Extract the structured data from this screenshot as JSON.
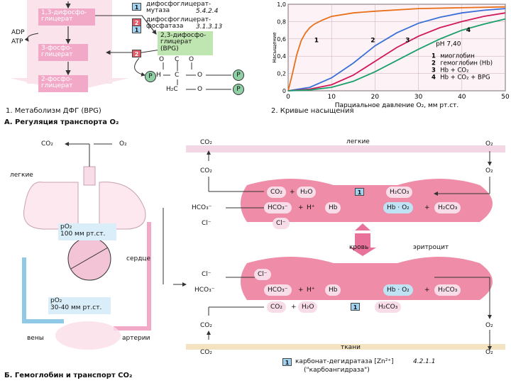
{
  "panel_a": {
    "metabolism": {
      "bpg13": "1,3-дифосфо-\nглицерат",
      "adp": "ADP",
      "atp": "ATP",
      "pg3": "3-фосфо-\nглицерат",
      "pg2": "2-фосфо-\nглицерат",
      "bpg23": "2,3-дифосфо-\nглицерат\n(BPG)",
      "enzyme1_num": "1",
      "enzyme1_name": "дифосфоглицерат-\nмутаза",
      "enzyme1_ec": "5.4.2.4",
      "enzyme2_num": "2",
      "enzyme2_name": "дифосфоглицерат-\nфосфатаза",
      "enzyme2_ec": "3.1.3.13",
      "phosphate": "P",
      "struct_o1": "O",
      "struct_c": "C",
      "struct_o2": "O",
      "struct_h": "H",
      "struct_hc": "H₂C",
      "caption": "1. Метаболизм ДФГ (BPG)"
    },
    "chart_caption": "2. Кривые насыщения",
    "section_title": "А. Регуляция транспорта O₂"
  },
  "chart_data": {
    "type": "line",
    "xlabel": "Парциальное давление O₂, мм рт.ст.",
    "ylabel": "Насыщение",
    "xlim": [
      0,
      50
    ],
    "ylim": [
      0,
      1.0
    ],
    "xticks": [
      "0",
      "10",
      "20",
      "30",
      "40",
      "50"
    ],
    "yticks": [
      "0",
      "0,2",
      "0,4",
      "0,6",
      "0,8",
      "1,0"
    ],
    "annotation": "pH 7,40",
    "curve_labels": [
      "1",
      "2",
      "3",
      "4"
    ],
    "series": [
      {
        "name": "миоглобин",
        "color": "#e8701a",
        "x": [
          0,
          1,
          2,
          3,
          4,
          5,
          6,
          8,
          10,
          15,
          20,
          30,
          40,
          50
        ],
        "y": [
          0,
          0.2,
          0.42,
          0.58,
          0.67,
          0.73,
          0.77,
          0.82,
          0.86,
          0.9,
          0.92,
          0.95,
          0.96,
          0.97
        ]
      },
      {
        "name": "гемоглобин (Hb)",
        "color": "#3a6fd8",
        "x": [
          0,
          5,
          10,
          15,
          20,
          25,
          30,
          35,
          40,
          45,
          50
        ],
        "y": [
          0,
          0.04,
          0.15,
          0.32,
          0.52,
          0.67,
          0.78,
          0.85,
          0.9,
          0.93,
          0.95
        ]
      },
      {
        "name": "Hb + CO₂",
        "color": "#d0185a",
        "x": [
          0,
          5,
          10,
          15,
          20,
          25,
          30,
          35,
          40,
          45,
          50
        ],
        "y": [
          0,
          0.02,
          0.07,
          0.18,
          0.34,
          0.5,
          0.63,
          0.73,
          0.8,
          0.86,
          0.9
        ]
      },
      {
        "name": "Hb + CO₂ + BPG",
        "color": "#1a9f6a",
        "x": [
          0,
          5,
          10,
          15,
          20,
          25,
          30,
          35,
          40,
          45,
          50
        ],
        "y": [
          0,
          0.01,
          0.04,
          0.11,
          0.22,
          0.35,
          0.48,
          0.6,
          0.7,
          0.77,
          0.83
        ]
      }
    ],
    "legend_placement": "right",
    "legend": [
      {
        "num": "1",
        "text": "миоглобин"
      },
      {
        "num": "2",
        "text": "гемоглобин (Hb)"
      },
      {
        "num": "3",
        "text": "Hb + CO₂"
      },
      {
        "num": "4",
        "text": "Hb + CO₂ + BPG"
      }
    ]
  },
  "panel_b": {
    "co2": "CO₂",
    "o2": "O₂",
    "lungs": "легкие",
    "po2_lung": "pO₂\n100 мм рт.ст.",
    "heart": "сердце",
    "po2_tissue": "pO₂\n30-40 мм рт.ст.",
    "veins": "вены",
    "arteries": "артерии",
    "hco3": "HCO₃⁻",
    "cl": "Cl⁻",
    "h2o": "H₂O",
    "h2co3": "H₂CO₃",
    "plus": "+",
    "hplus": "H⁺",
    "hb": "Hb",
    "hb_o2": "Hb · O₂",
    "enzyme_num": "1",
    "blood": "кровь",
    "erythrocyte": "эритроцит",
    "tissues": "ткани",
    "enzyme_name": "карбонат-дегидратаза [Zn²⁺]",
    "enzyme_ec": "4.2.1.1",
    "enzyme_alias": "(\"карбоангидраза\")",
    "section_title": "Б. Гемоглобин и транспорт CO₂"
  },
  "colors": {
    "pink": "#f2a9c7",
    "pink_light": "#f8dde8",
    "erythrocyte": "#ef8ca7",
    "blue": "#9fd3f0",
    "green": "#bfe6b0",
    "band": "#f3d7e4"
  }
}
